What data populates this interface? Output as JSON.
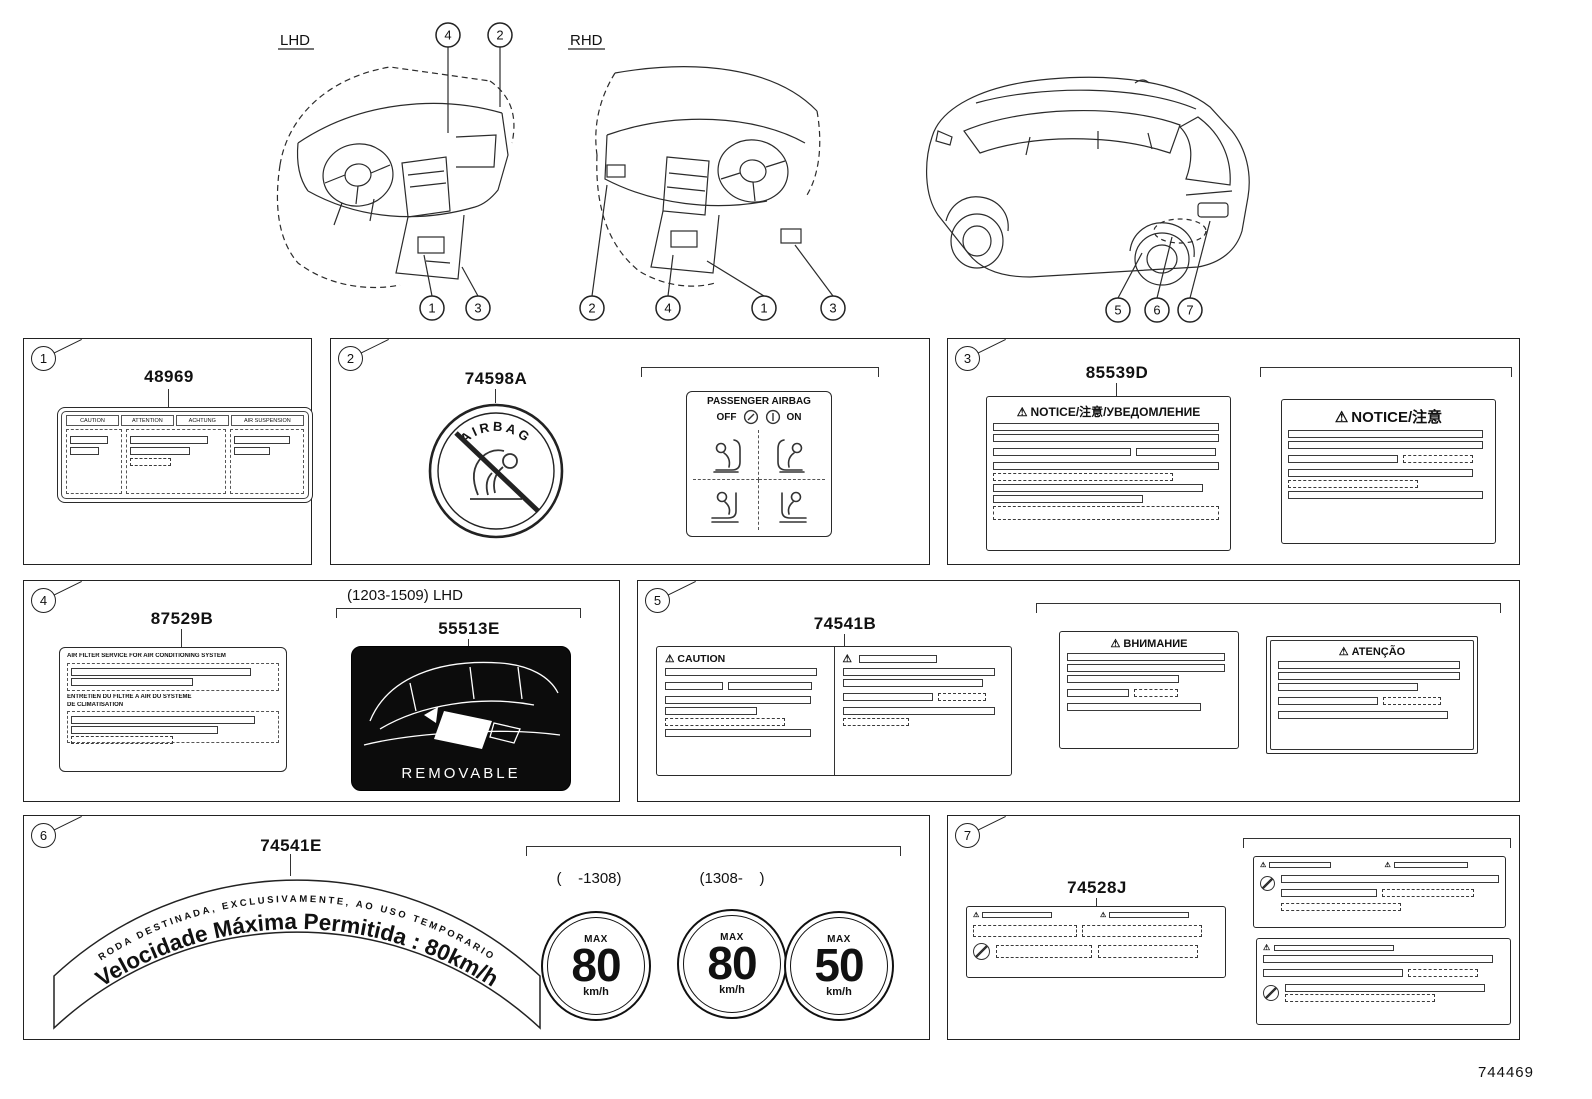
{
  "footer": {
    "diagram_number": "744469"
  },
  "warn": "⚠",
  "drawings": {
    "lhd": {
      "title": "LHD"
    },
    "rhd": {
      "title": "RHD"
    },
    "callouts": {
      "c1": "1",
      "c2": "2",
      "c3": "3",
      "c4": "4",
      "c5": "5",
      "c6": "6",
      "c7": "7"
    }
  },
  "panels": {
    "p1": {
      "num": "1",
      "part": "48969",
      "header_cells": [
        "CAUTION",
        "ATTENTION",
        "ACHTUNG",
        "AIR SUSPENSION"
      ]
    },
    "p2": {
      "num": "2",
      "part": "74598A",
      "airbag_arc_text": "AIRBAG",
      "label_title": "PASSENGER AIRBAG",
      "off": "OFF",
      "on": "ON"
    },
    "p3": {
      "num": "3",
      "part": "85539D",
      "header_left": "NOTICE/注意/УВЕДОМЛЕНИЕ",
      "header_right": "NOTICE/注意"
    },
    "p4": {
      "num": "4",
      "part": "87529B",
      "filter_en": "AIR FILTER SERVICE FOR AIR CONDITIONING SYSTEM",
      "filter_fr1": "ENTRETIEN DU FILTRE A AIR DU SYSTEME",
      "filter_fr2": "DE CLIMATISATION",
      "variant_range": "(1203-1509) LHD",
      "variant_part": "55513E",
      "removable": "REMOVABLE"
    },
    "p5": {
      "num": "5",
      "part": "74541B",
      "caution": "CAUTION",
      "vnimanie": "ВНИМАНИЕ",
      "atencao": "ATENÇÃO"
    },
    "p6": {
      "num": "6",
      "part": "74541E",
      "arc_small": "RODA DESTINADA, EXCLUSIVAMENTE, AO USO TEMPORARIO",
      "arc_big": "Velocidade Máxima Permitida : 80km/h",
      "range_a": "(    -1308)",
      "range_b": "(1308-    )",
      "max": "MAX",
      "kmh": "km/h",
      "speed_a": "80",
      "speed_b": "80",
      "speed_c": "50"
    },
    "p7": {
      "num": "7",
      "part": "74528J"
    }
  }
}
